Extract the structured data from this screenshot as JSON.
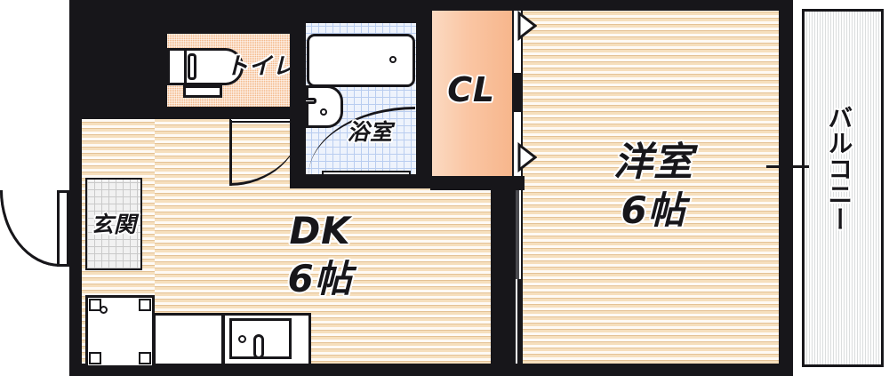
{
  "plan": {
    "type": "japanese-apartment-floorplan",
    "layout_code": "1DK",
    "rooms": [
      {
        "id": "toilet",
        "label": "トイレ",
        "size": "",
        "floor": "orange-dot-tile"
      },
      {
        "id": "bathroom",
        "label": "浴室",
        "size": "",
        "floor": "blue-grid-tile"
      },
      {
        "id": "closet",
        "label": "CL",
        "size": "",
        "floor": "peach-gradient"
      },
      {
        "id": "western",
        "label": "洋室",
        "size": "6帖",
        "floor": "wood"
      },
      {
        "id": "dk",
        "label": "DK",
        "size": "6帖",
        "floor": "wood"
      },
      {
        "id": "entrance",
        "label": "玄関",
        "size": "",
        "floor": "gray-grid-tile"
      },
      {
        "id": "balcony",
        "label": "バルコニー",
        "size": "",
        "floor": "light-gray-stripe"
      }
    ],
    "labels": {
      "toilet": "トイレ",
      "bathroom": "浴室",
      "closet": "CL",
      "western_room_name": "洋室",
      "western_room_size": "6帖",
      "dk_name": "DK",
      "dk_size": "6帖",
      "entrance": "玄関",
      "balcony": "バルコニー"
    },
    "fixtures": [
      {
        "id": "toilet-bowl",
        "room": "toilet",
        "name": "western-toilet"
      },
      {
        "id": "bathtub",
        "room": "bathroom",
        "name": "bathtub"
      },
      {
        "id": "wash-basin",
        "room": "bathroom",
        "name": "wash-basin"
      },
      {
        "id": "washer-pan",
        "room": "dk",
        "name": "washing-machine-pan"
      },
      {
        "id": "kitchen-counter",
        "room": "dk",
        "name": "kitchen-counter"
      },
      {
        "id": "kitchen-sink",
        "room": "dk",
        "name": "kitchen-sink-with-faucet"
      }
    ],
    "doors": [
      {
        "id": "entrance-door",
        "name": "entrance-swing-door",
        "swing": "outward-left"
      },
      {
        "id": "toilet-door",
        "name": "toilet-swing-door",
        "swing": "into-dk"
      },
      {
        "id": "bath-door",
        "name": "bathroom-swing-door",
        "swing": "into-bathroom"
      },
      {
        "id": "dk-western-door",
        "name": "sliding-door",
        "swing": "sliding"
      },
      {
        "id": "balcony-door",
        "name": "balcony-sliding-glass-door",
        "swing": "sliding"
      },
      {
        "id": "closet-door-top",
        "name": "closet-folding-door",
        "swing": "folding"
      },
      {
        "id": "closet-door-bot",
        "name": "closet-folding-door",
        "swing": "folding"
      }
    ],
    "colors": {
      "wall": "#17161a",
      "wood_floor": "#f6dfbd",
      "toilet_floor": "#f4b98a",
      "bath_floor": "#eef3fc",
      "bath_grid": "#b9cdf0",
      "closet_fill": "#fac6a4",
      "genkan_floor": "#f1f1f1",
      "balcony_floor": "#edeeee",
      "label_text": "#17161a",
      "fixture_fill": "#ffffff"
    }
  }
}
